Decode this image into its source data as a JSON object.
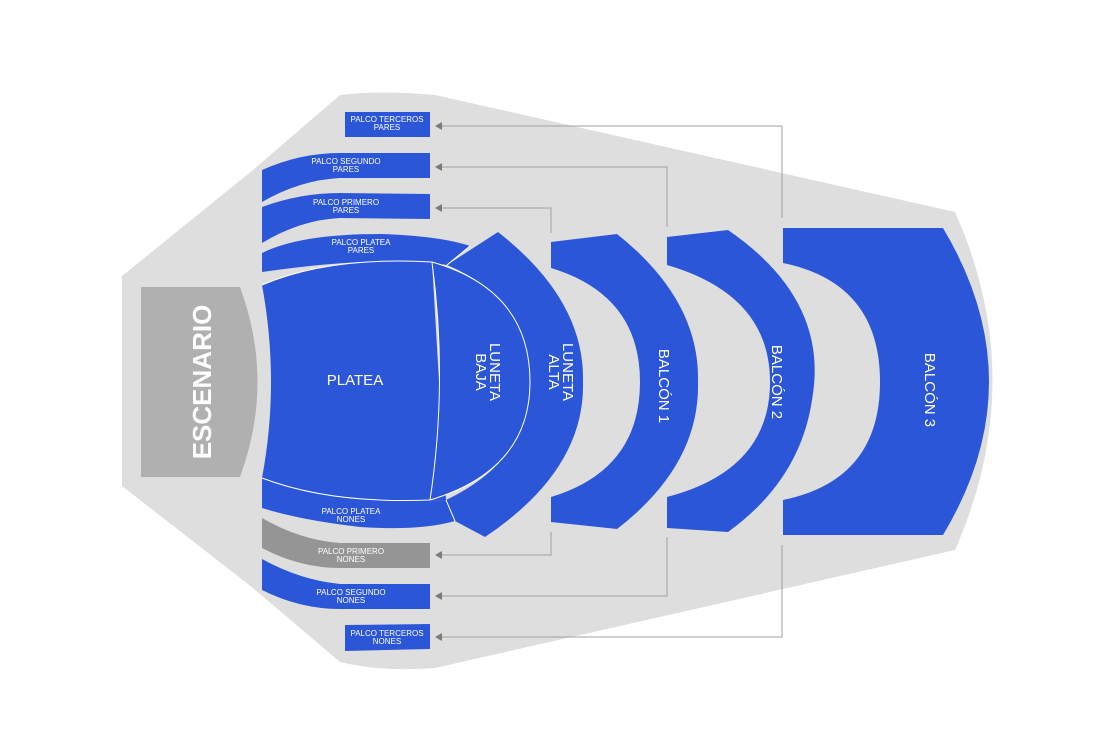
{
  "colors": {
    "venue_bg": "#dedede",
    "section_available": "#2c56d8",
    "section_unavailable": "#959595",
    "stage": "#b0b0b0",
    "connector": "#a0a0a0",
    "label": "#ffffff"
  },
  "stage": {
    "label": "ESCENARIO"
  },
  "sections": {
    "platea": {
      "label": "PLATEA",
      "status": "available"
    },
    "luneta_baja": {
      "line1": "LUNETA",
      "line2": "BAJA",
      "status": "available"
    },
    "luneta_alta": {
      "line1": "LUNETA",
      "line2": "ALTA",
      "status": "available"
    },
    "balcon_1": {
      "label": "BALCÓN 1",
      "status": "available"
    },
    "balcon_2": {
      "label": "BALCÓN 2",
      "status": "available"
    },
    "balcon_3": {
      "label": "BALCÓN 3",
      "status": "available"
    },
    "palco_platea_pares": {
      "line1": "PALCO PLATEA",
      "line2": "PARES",
      "status": "available"
    },
    "palco_primero_pares": {
      "line1": "PALCO PRIMERO",
      "line2": "PARES",
      "status": "available"
    },
    "palco_segundo_pares": {
      "line1": "PALCO SEGUNDO",
      "line2": "PARES",
      "status": "available"
    },
    "palco_terceros_pares": {
      "line1": "PALCO TERCEROS",
      "line2": "PARES",
      "status": "available"
    },
    "palco_platea_nones": {
      "line1": "PALCO PLATEA",
      "line2": "NONES",
      "status": "available"
    },
    "palco_primero_nones": {
      "line1": "PALCO PRIMERO",
      "line2": "NONES",
      "status": "unavailable"
    },
    "palco_segundo_nones": {
      "line1": "PALCO SEGUNDO",
      "line2": "NONES",
      "status": "available"
    },
    "palco_terceros_nones": {
      "line1": "PALCO TERCEROS",
      "line2": "NONES",
      "status": "available"
    }
  },
  "connectors": [
    {
      "from": "luneta_alta",
      "to": [
        "palco_primero_pares",
        "palco_primero_nones"
      ]
    },
    {
      "from": "balcon_1",
      "to": [
        "palco_segundo_pares",
        "palco_segundo_nones"
      ]
    },
    {
      "from": "balcon_2",
      "to": [
        "palco_terceros_pares",
        "palco_terceros_nones"
      ]
    }
  ]
}
